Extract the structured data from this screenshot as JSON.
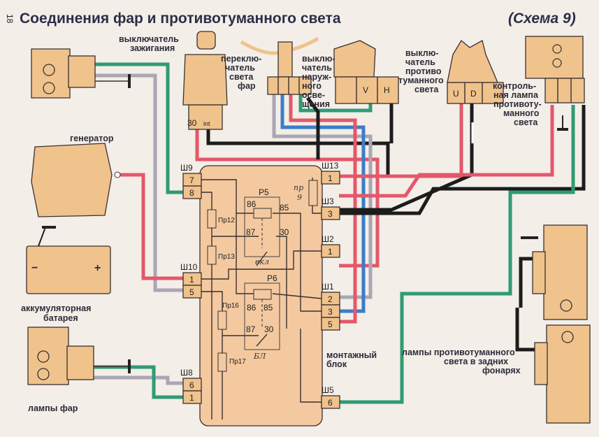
{
  "page_number": "18",
  "title": "Соединения фар и противотуманного света",
  "scheme": "(Схема 9)",
  "components": {
    "ignition_switch": {
      "label": [
        "выключатель",
        "зажигания"
      ],
      "pins": [
        "30",
        "int"
      ]
    },
    "headlight_switch": {
      "label": [
        "переклю-",
        "чатель",
        "света",
        "фар"
      ]
    },
    "outer_light_switch": {
      "label": [
        "выклю-",
        "чатель",
        "наруж-",
        "ного",
        "осве-",
        "щения"
      ],
      "pins": [
        "V",
        "H"
      ]
    },
    "fog_switch": {
      "label": [
        "выклю-",
        "чатель",
        "противо",
        "туманного",
        "света"
      ],
      "pins": [
        "U",
        "D"
      ]
    },
    "control_lamp": {
      "label": [
        "контроль-",
        "ная лампа",
        "противоту-",
        "манного",
        "света"
      ]
    },
    "generator": {
      "label": "генератор"
    },
    "battery": {
      "label": [
        "аккумуляторная",
        "батарея"
      ],
      "minus": "−",
      "plus": "+"
    },
    "headlamps": {
      "label": "лампы фар"
    },
    "rear_fog_lamps": {
      "label": [
        "лампы противотуманного",
        "света в задних",
        "фонарях"
      ]
    },
    "mounting_block": {
      "label": [
        "монтажный",
        "блок"
      ]
    }
  },
  "block": {
    "connectors": {
      "sh9": {
        "name": "Ш9",
        "pins": [
          "7",
          "8"
        ]
      },
      "sh10": {
        "name": "Ш10",
        "pins": [
          "1",
          "5"
        ]
      },
      "sh8": {
        "name": "Ш8",
        "pins": [
          "6",
          "1"
        ]
      },
      "sh13": {
        "name": "Ш13",
        "pins": [
          "1"
        ]
      },
      "sh3": {
        "name": "Ш3",
        "pins": [
          "3"
        ]
      },
      "sh2": {
        "name": "Ш2",
        "pins": [
          "1"
        ]
      },
      "sh1": {
        "name": "Ш1",
        "pins": [
          "2",
          "3",
          "5"
        ]
      },
      "sh5": {
        "name": "Ш5",
        "pins": [
          "6"
        ]
      }
    },
    "relays": {
      "p5": {
        "name": "Р5",
        "pins": [
          "86",
          "85",
          "87",
          "30"
        ],
        "note": "вкл"
      },
      "p6": {
        "name": "Р6",
        "pins": [
          "86",
          "85",
          "87",
          "30"
        ],
        "note": "БЛ"
      }
    },
    "fuses": [
      "Пр12",
      "Пр13",
      "Пр16",
      "Пр17"
    ],
    "fuse9_note": [
      "пр",
      "9"
    ]
  },
  "colors": {
    "green": "#2f9b74",
    "gray": "#aaa6b4",
    "black": "#1c1c1c",
    "red": "#e4576a",
    "blue": "#3b7dc9",
    "white": "#ffffff",
    "component": "#f0c28c"
  }
}
